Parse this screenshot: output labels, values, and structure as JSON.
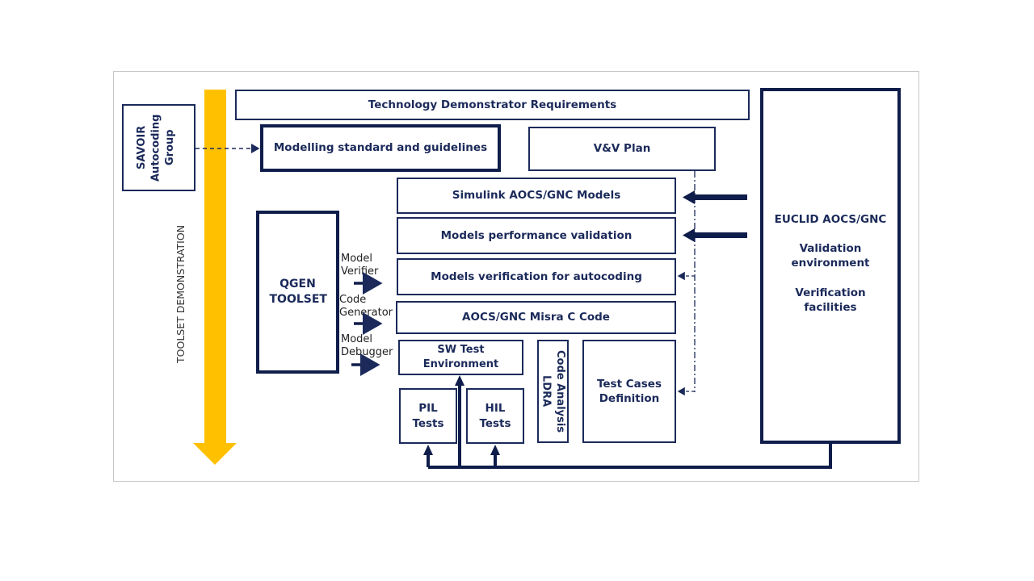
{
  "diagram": {
    "savoir_group": "SAVOIR Autocoding Group",
    "toolset_demonstration": "TOOLSET DEMONSTRATION",
    "tech_demo_requirements": "Technology Demonstrator Requirements",
    "modelling_standard": "Modelling standard and guidelines",
    "vv_plan": "V&V Plan",
    "simulink_models": "Simulink AOCS/GNC Models",
    "models_performance": "Models performance validation",
    "models_verification": "Models verification for autocoding",
    "misra_code": "AOCS/GNC Misra C Code",
    "sw_test_env": "SW Test Environment",
    "pil_tests": "PIL Tests",
    "hil_tests": "HIL Tests",
    "code_analysis": "Code Analysis LDRA",
    "test_cases": "Test Cases Definition",
    "qgen_toolset": "QGEN TOOLSET",
    "model_verifier": "Model Verifier",
    "code_generator": "Code Generator",
    "model_debugger": "Model Debugger",
    "euclid_title": "EUCLID AOCS/GNC",
    "euclid_validation": "Validation environment",
    "euclid_verification": "Verification facilities"
  },
  "colors": {
    "navy": "#1b2a5a",
    "dark_navy": "#0f1d4a",
    "arrow_yellow": "#ffc000"
  }
}
